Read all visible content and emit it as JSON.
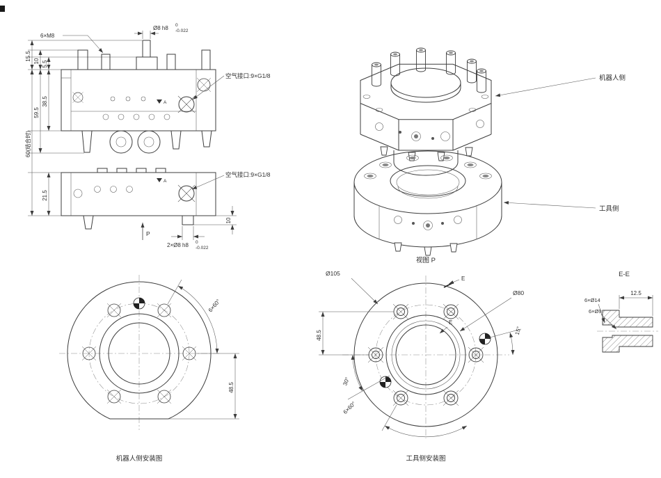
{
  "side_view": {
    "m8": "6×M8",
    "pin_dim": "Ø8 h8",
    "pin_tol_u": "0",
    "pin_tol_l": "-0.022",
    "d15_5": "15.5",
    "d10_top": "10",
    "d5_5": "5.5",
    "d38_5": "38.5",
    "d59_5": "59.5",
    "d60": "60(结合时)",
    "d21_5": "21.5",
    "d10_bot": "10",
    "pins2": "2×Ø8 h8",
    "pins2_tol_u": "0",
    "pins2_tol_l": "-0.022",
    "air_top": "空气接口:9×G1/8",
    "air_bot": "空气接口:9×G1/8",
    "p": "P",
    "datum_top": "A",
    "datum_bot": "A"
  },
  "iso_view": {
    "robot_label": "机器人侧",
    "tool_label": "工具侧",
    "caption": "视图 P"
  },
  "robot_mount": {
    "caption": "机器人侧安装图",
    "spacing": "6×60°",
    "d48_5": "48.5"
  },
  "tool_mount": {
    "caption": "工具侧安装图",
    "bcd": "Ø105",
    "bore": "Ø80",
    "d48_5": "48.5",
    "a30": "30°",
    "a15": "15°",
    "spacing": "6×60°",
    "e_top": "E",
    "e_inner": "E"
  },
  "section": {
    "title": "E-E",
    "cbore": "6×Ø14",
    "hole": "6×Ø9",
    "d12_5": "12.5"
  }
}
